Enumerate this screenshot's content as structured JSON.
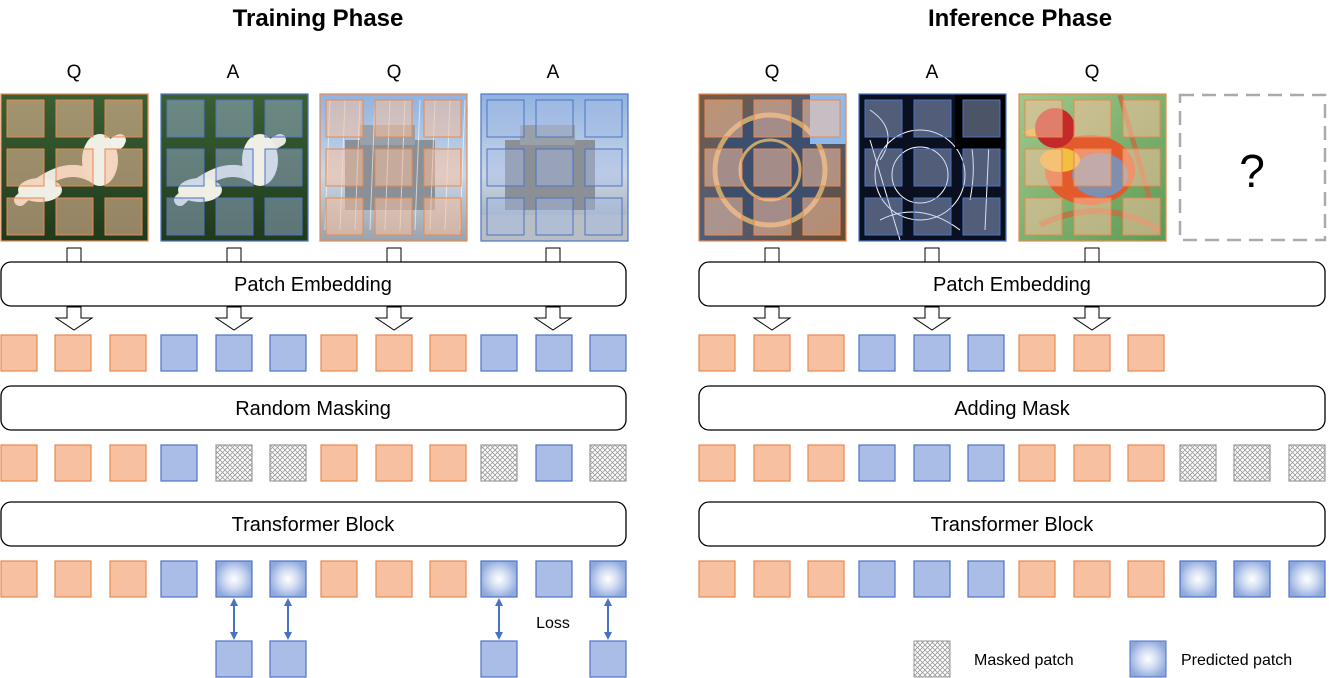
{
  "colors": {
    "query": "#f7c1a1",
    "query_stroke": "#e8894f",
    "answer": "#a9bde6",
    "answer_stroke": "#4d73c4",
    "arrow_blue": "#4a72c4",
    "box_stroke": "#000000",
    "placeholder_dash": "#aaaaaa"
  },
  "training": {
    "title": "Training Phase",
    "image_labels": [
      "Q",
      "A",
      "Q",
      "A"
    ],
    "patch_embedding": "Patch Embedding",
    "masking_label": "Random Masking",
    "transformer_label": "Transformer Block",
    "loss_label": "Loss",
    "row1": [
      "query",
      "query",
      "query",
      "answer",
      "answer",
      "answer",
      "query",
      "query",
      "query",
      "answer",
      "answer",
      "answer"
    ],
    "row2": [
      "query",
      "query",
      "query",
      "answer",
      "masked",
      "masked",
      "query",
      "query",
      "query",
      "masked",
      "answer",
      "masked"
    ],
    "row3": [
      "query",
      "query",
      "query",
      "answer",
      "predicted",
      "predicted",
      "query",
      "query",
      "query",
      "predicted",
      "answer",
      "predicted"
    ],
    "loss_pairs": [
      4,
      5,
      9,
      11
    ]
  },
  "inference": {
    "title": "Inference Phase",
    "image_labels": [
      "Q",
      "A",
      "Q"
    ],
    "placeholder": "?",
    "patch_embedding": "Patch Embedding",
    "masking_label": "Adding Mask",
    "transformer_label": "Transformer Block",
    "row1": [
      "query",
      "query",
      "query",
      "answer",
      "answer",
      "answer",
      "query",
      "query",
      "query"
    ],
    "row2": [
      "query",
      "query",
      "query",
      "answer",
      "answer",
      "answer",
      "query",
      "query",
      "query",
      "masked",
      "masked",
      "masked"
    ],
    "row3": [
      "query",
      "query",
      "query",
      "answer",
      "answer",
      "answer",
      "query",
      "query",
      "query",
      "predicted",
      "predicted",
      "predicted"
    ]
  },
  "legend": {
    "masked": "Masked patch",
    "predicted": "Predicted patch"
  }
}
